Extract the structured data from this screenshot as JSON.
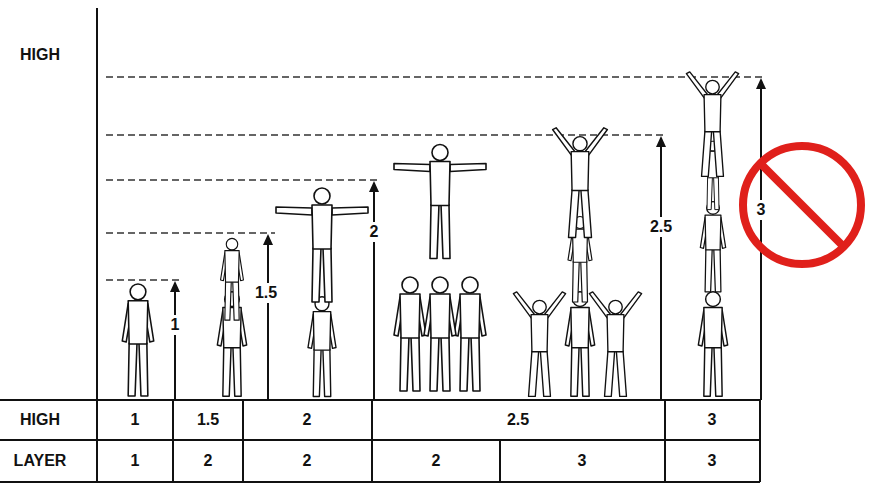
{
  "diagram": {
    "labels": [
      "HIGH",
      "1",
      "1.5",
      "2",
      "2.5",
      "3",
      "HIGH",
      "1",
      "1.5",
      "2",
      "2.5",
      "3",
      "LAYER",
      "1",
      "2",
      "2",
      "2",
      "3",
      "3"
    ]
  }
}
